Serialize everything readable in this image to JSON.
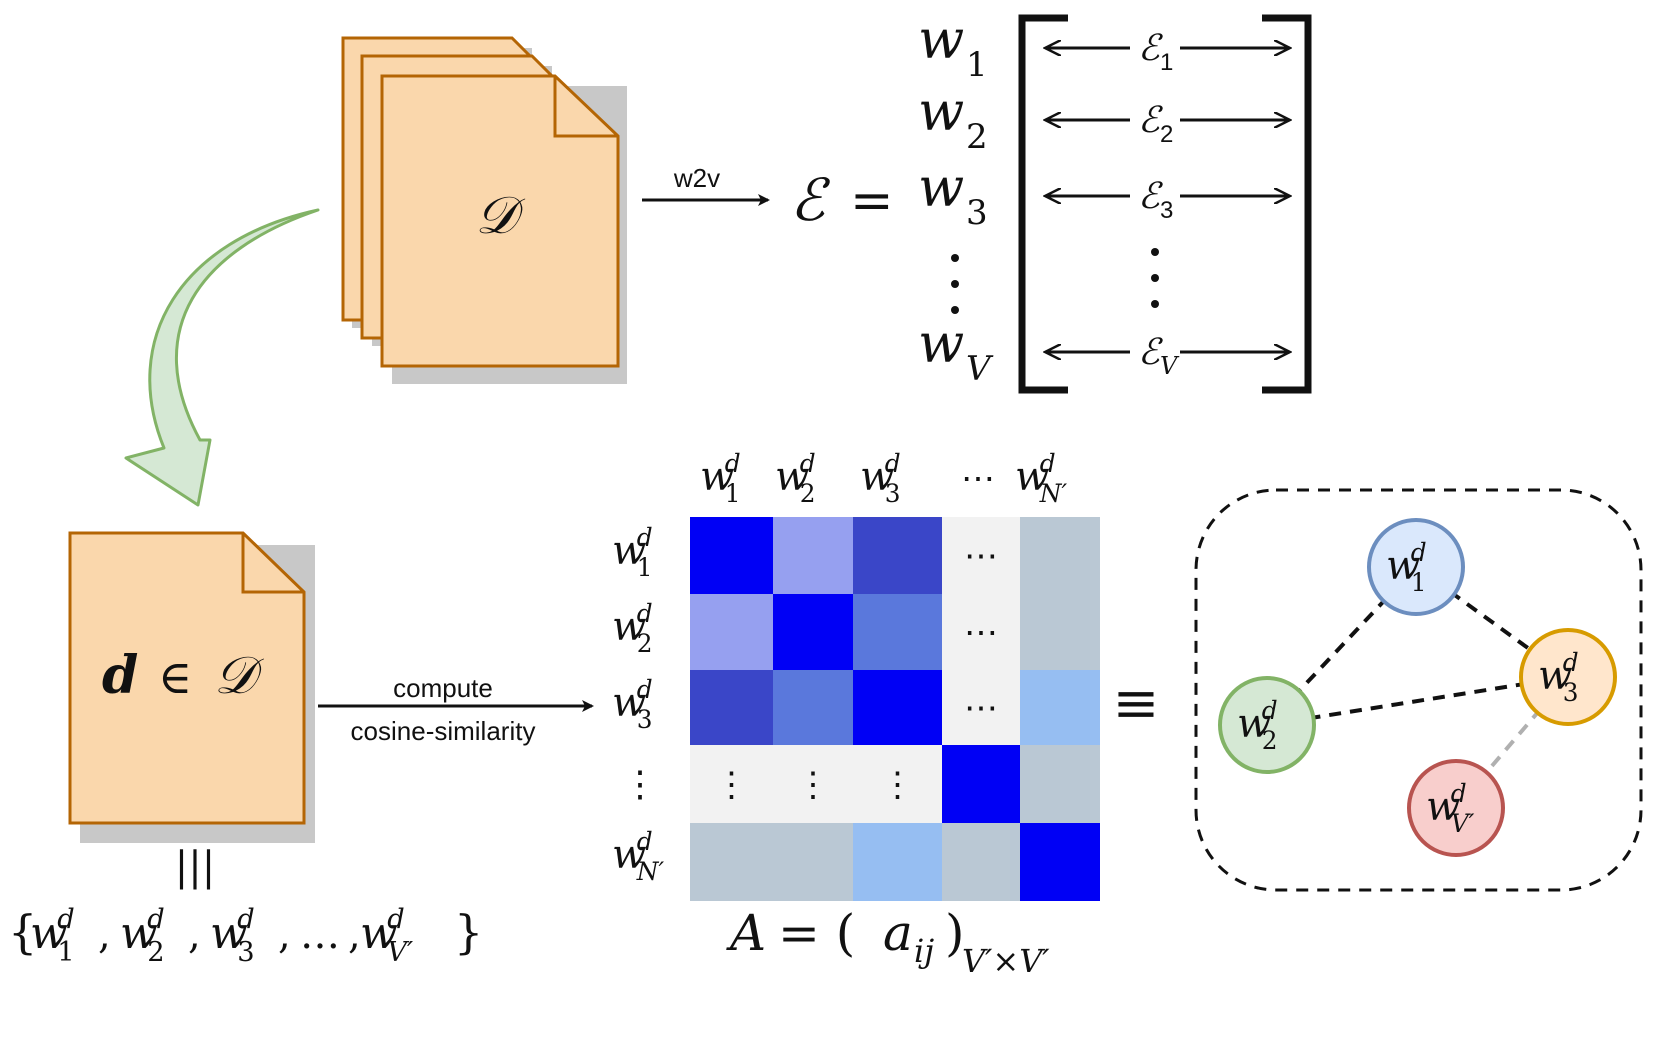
{
  "docs_label": "𝒟",
  "arrow_w2v_label": "w2v",
  "embedding_symbol": "ℰ",
  "equals": "=",
  "embedding_rows": [
    {
      "word": "w",
      "sub": "1",
      "emb_sub": "1"
    },
    {
      "word": "w",
      "sub": "2",
      "emb_sub": "2"
    },
    {
      "word": "w",
      "sub": "3",
      "emb_sub": "3"
    },
    {
      "word": "w",
      "sub": "V",
      "emb_sub": "V"
    }
  ],
  "doc_label_d": "d",
  "doc_label_in": "∈",
  "doc_label_D": "𝒟",
  "triple_bar": "|||",
  "word_set": {
    "open": "{",
    "close": "}",
    "items": [
      {
        "w": "w",
        "sup": "d",
        "sub": "1"
      },
      {
        "w": "w",
        "sup": "d",
        "sub": "2"
      },
      {
        "w": "w",
        "sup": "d",
        "sub": "3"
      },
      {
        "w": "w",
        "sup": "d",
        "sub": "V′"
      }
    ],
    "dots": "…"
  },
  "arrow_compute_label1": "compute",
  "arrow_compute_label2": "cosine-similarity",
  "matrix": {
    "col_headers": [
      {
        "sup": "d",
        "sub": "1"
      },
      {
        "sup": "d",
        "sub": "2"
      },
      {
        "sup": "d",
        "sub": "3"
      },
      {
        "text": "⋯"
      },
      {
        "sup": "d",
        "sub": "N′"
      }
    ],
    "row_headers": [
      {
        "sup": "d",
        "sub": "1"
      },
      {
        "sup": "d",
        "sub": "2"
      },
      {
        "sup": "d",
        "sub": "3"
      },
      {
        "text": "⋮"
      },
      {
        "sup": "d",
        "sub": "N′"
      }
    ],
    "cells": [
      [
        "#0000f5",
        "#96a0f0",
        "#3a46c8",
        "#f2f2f2",
        "#bac8d4"
      ],
      [
        "#96a0f0",
        "#0000f5",
        "#5a78dc",
        "#f2f2f2",
        "#bac8d4"
      ],
      [
        "#3a46c8",
        "#5a78dc",
        "#0000f5",
        "#f2f2f2",
        "#96bef2"
      ],
      [
        "#f2f2f2",
        "#f2f2f2",
        "#f2f2f2",
        "#0000f5",
        "#bac8d4"
      ],
      [
        "#bac8d4",
        "#bac8d4",
        "#96bef2",
        "#bac8d4",
        "#0000f5"
      ]
    ],
    "cell_glyphs": [
      [
        "",
        "",
        "",
        "⋯",
        ""
      ],
      [
        "",
        "",
        "",
        "⋯",
        ""
      ],
      [
        "",
        "",
        "",
        "⋯",
        ""
      ],
      [
        "⋮",
        "⋮",
        "⋮",
        "",
        ""
      ],
      [
        "",
        "",
        "",
        "",
        ""
      ]
    ],
    "caption_A": "A",
    "caption_eq": "= (",
    "caption_a": "a",
    "caption_ij": "ij",
    "caption_close": ")",
    "caption_dims": "V′×V′"
  },
  "equiv": "≡",
  "graph": {
    "nodes": [
      {
        "id": "n1",
        "sup": "d",
        "sub": "1",
        "fill": "#dae8fc",
        "stroke": "#6c8ebf"
      },
      {
        "id": "n2",
        "sup": "d",
        "sub": "2",
        "fill": "#d5e8d4",
        "stroke": "#82b366"
      },
      {
        "id": "n3",
        "sup": "d",
        "sub": "3",
        "fill": "#ffe6cc",
        "stroke": "#d79b00"
      },
      {
        "id": "n4",
        "sup": "d",
        "sub": "V′",
        "fill": "#f8cecc",
        "stroke": "#b85450"
      }
    ],
    "edges": [
      {
        "from": "n1",
        "to": "n2",
        "color": "#111111"
      },
      {
        "from": "n1",
        "to": "n3",
        "color": "#111111"
      },
      {
        "from": "n2",
        "to": "n3",
        "color": "#111111"
      },
      {
        "from": "n3",
        "to": "n4",
        "color": "#b0b0b0"
      }
    ]
  },
  "colors": {
    "doc_fill": "#fad7ac",
    "doc_stroke": "#b46504",
    "doc_shadow": "#c8c8c8",
    "curved_arrow_fill": "#d5e8d4",
    "curved_arrow_stroke": "#82b366"
  }
}
